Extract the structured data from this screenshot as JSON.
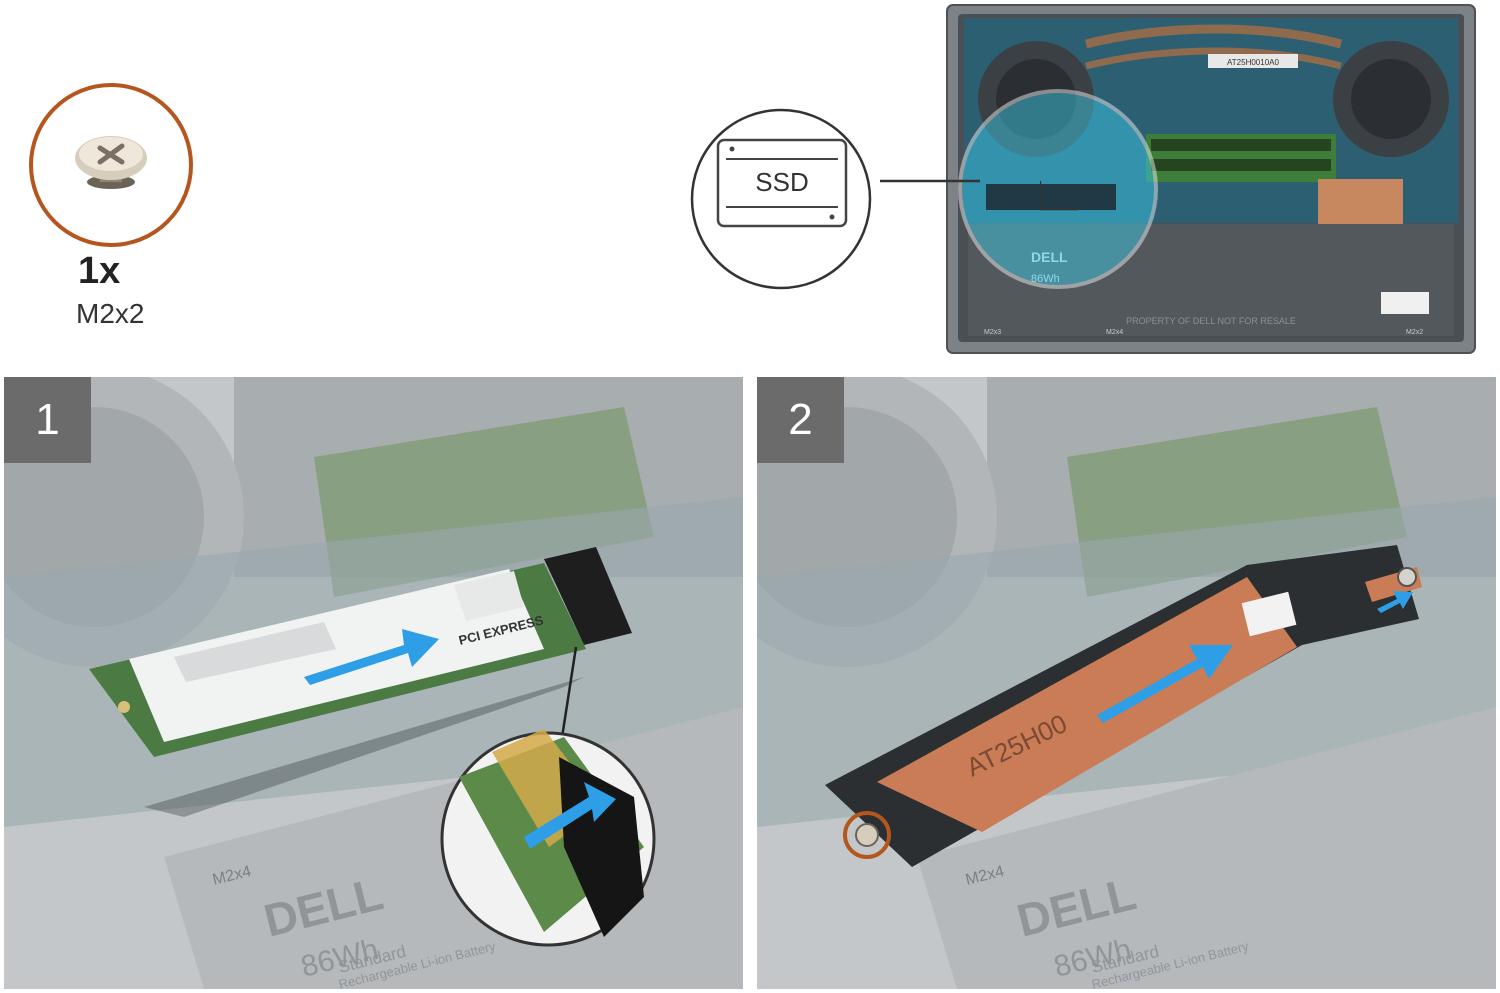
{
  "screw": {
    "quantity": "1x",
    "type": "M2x2",
    "ring_color": "#b5561f"
  },
  "ssd_callout_label": "SSD",
  "overview": {
    "board_label": "AT25H0010A0",
    "battery_brand": "DELL",
    "battery_capacity": "86Wh",
    "footer_text": "PROPERTY OF DELL NOT FOR RESALE",
    "mark_m2x4": "M2x4",
    "mark_m2x3": "M2x3",
    "mark_m2x2": "M2x2"
  },
  "steps": [
    {
      "number": "1",
      "screw_mark": "M2x4",
      "battery_brand": "DELL",
      "battery_capacity": "86Wh",
      "battery_standard": "Standard",
      "battery_type": "Rechargeable Li-ion Battery",
      "ssd_label": "PCI EXPRESS"
    },
    {
      "number": "2",
      "screw_mark": "M2x4",
      "battery_brand": "DELL",
      "battery_capacity": "86Wh",
      "battery_standard": "Standard",
      "battery_type": "Rechargeable Li-ion Battery",
      "bracket_text": "AT25H00"
    }
  ],
  "colors": {
    "arrow": "#2e9fe6",
    "copper": "#c97c55",
    "badge": "#6b6b6b",
    "board_teal": "#2d6f83",
    "highlight_cyan": "#3bd3f2"
  }
}
